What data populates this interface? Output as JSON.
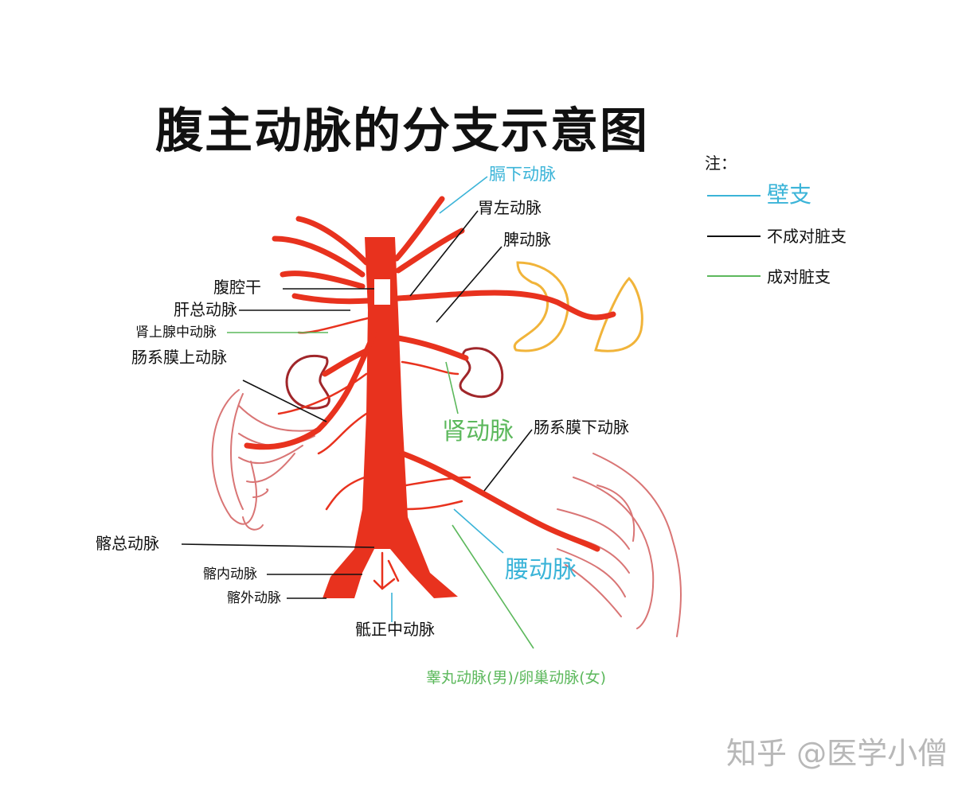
{
  "title": "腹主动脉的分支示意图",
  "legend": {
    "heading": "注：",
    "items": [
      {
        "label": "壁支",
        "color": "#3bb4d8"
      },
      {
        "label": "不成对脏支",
        "color": "#111111"
      },
      {
        "label": "成对脏支",
        "color": "#5cb85c"
      }
    ]
  },
  "labels": {
    "inferior_phrenic": "膈下动脉",
    "left_gastric": "胃左动脉",
    "splenic": "脾动脉",
    "celiac_trunk": "腹腔干",
    "common_hepatic": "肝总动脉",
    "middle_suprarenal": "肾上腺中动脉",
    "superior_mesenteric": "肠系膜上动脉",
    "renal": "肾动脉",
    "inferior_mesenteric": "肠系膜下动脉",
    "lumbar": "腰动脉",
    "common_iliac": "髂总动脉",
    "internal_iliac": "髂内动脉",
    "external_iliac": "髂外动脉",
    "median_sacral": "骶正中动脉",
    "gonadal": "睾丸动脉(男)/卵巢动脉(女)"
  },
  "colors": {
    "artery": "#e8321e",
    "artery_dark": "#c0281a",
    "kidney": "#a0262a",
    "spleen_stomach": "#f1b43a",
    "intestine": "#d97575",
    "wall_branch": "#3bb4d8",
    "unpaired_visceral": "#111111",
    "paired_visceral": "#5cb85c"
  },
  "watermark": "知乎 @医学小僧"
}
